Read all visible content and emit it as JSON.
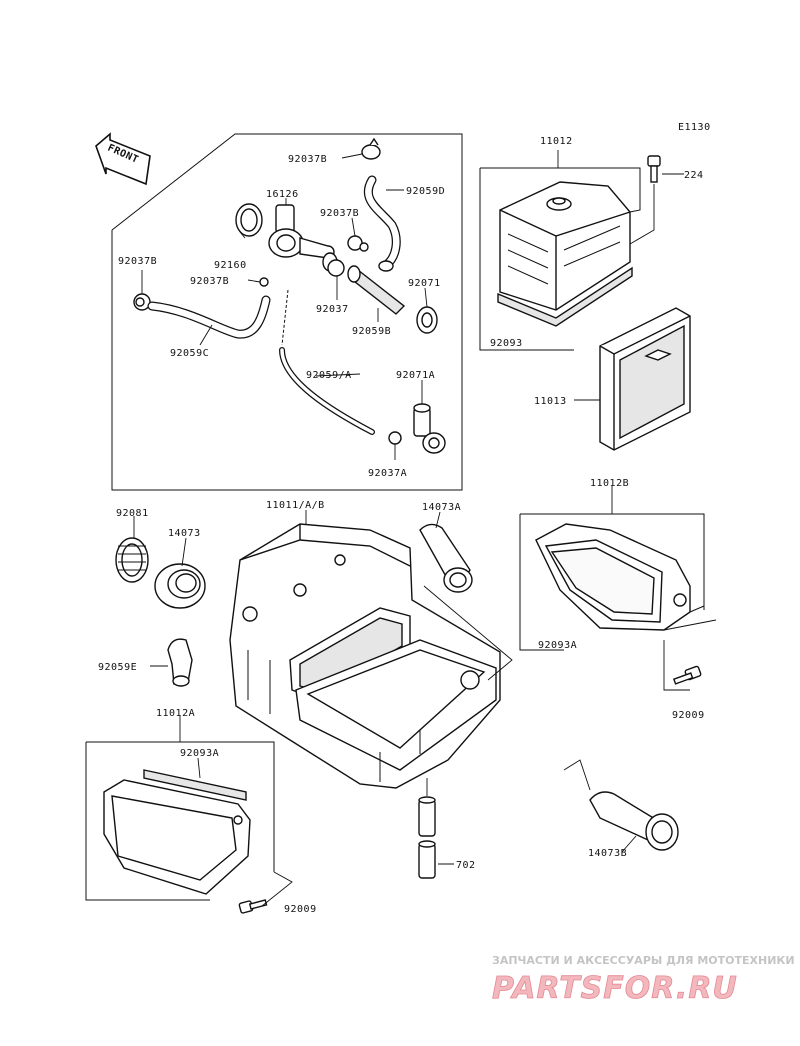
{
  "diagram": {
    "code": "E1130",
    "front_label": "FRONT",
    "parts": {
      "p92037B_top": "92037B",
      "p92059D": "92059D",
      "p16126": "16126",
      "p92037B_mid": "92037B",
      "p92160": "92160",
      "p92037B_left": "92037B",
      "p92037B_b": "92037B",
      "p92037": "92037",
      "p92071": "92071",
      "p92059B": "92059B",
      "p92059C": "92059C",
      "p92059A": "92059/A",
      "p92071A": "92071A",
      "p92037A": "92037A",
      "p11012": "11012",
      "p224": "224",
      "p92093": "92093",
      "p11013": "11013",
      "p11012B": "11012B",
      "p92093A_right": "92093A",
      "p92009_right": "92009",
      "p92081": "92081",
      "p14073": "14073",
      "p11011AB": "11011/A/B",
      "p14073A": "14073A",
      "p92059E": "92059E",
      "p11012A": "11012A",
      "p92093A_left": "92093A",
      "p92009_left": "92009",
      "p702": "702",
      "p14073B": "14073B"
    }
  },
  "watermark": {
    "line1": "ЗАПЧАСТИ И АКСЕССУАРЫ ДЛЯ МОТОТЕХНИКИ",
    "line2": "PARTSFOR.RU"
  }
}
